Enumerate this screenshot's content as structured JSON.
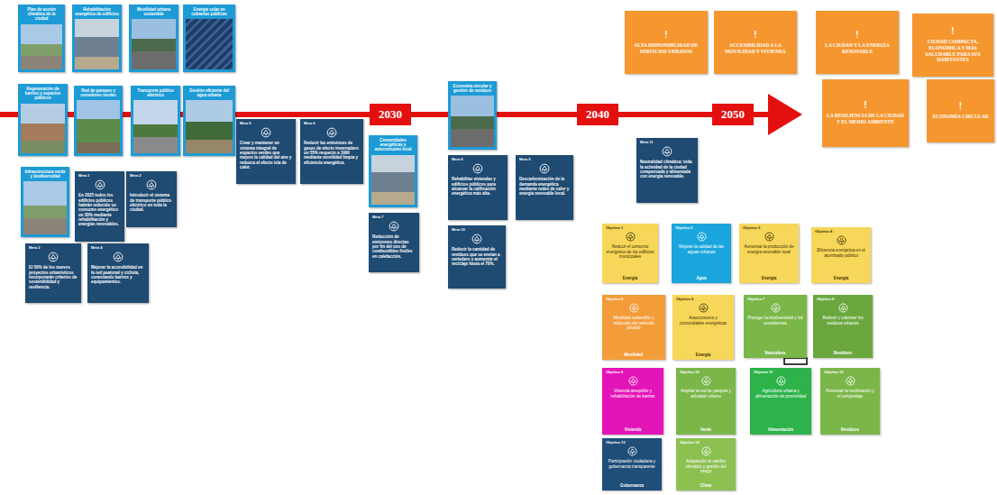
{
  "diagram": {
    "nodes": [
      {
        "text": [
          "Plan de acción climática de la ciudad"
        ]
      },
      {
        "text": [
          "Rehabilitación energética de edificios"
        ]
      },
      {
        "text": [
          "Movilidad urbana sostenible"
        ]
      },
      {
        "text": [
          "Energía solar en cubiertas públicas"
        ]
      },
      {
        "text": [
          "Regeneración de barrios y espacios públicos"
        ]
      },
      {
        "text": [
          "Red de parques y corredores verdes"
        ]
      },
      {
        "text": [
          "Transporte público eléctrico"
        ]
      },
      {
        "text": [
          "Gestión eficiente del agua urbana"
        ]
      },
      {
        "text": [
          "Infraestructura verde y biodiversidad"
        ]
      },
      {
        "text": [
          "Meta 1",
          "En 2025 todos los edificios públicos habrán reducido su consumo energético un 30% mediante rehabilitación y energías renovables."
        ]
      },
      {
        "text": [
          "Meta 2",
          "Introducir el sistema de transporte público eléctrico en toda la ciudad."
        ]
      },
      {
        "text": [
          "Meta 3",
          "El 50% de los nuevos proyectos urbanísticos incorporarán criterios de sostenibilidad y resiliencia."
        ]
      },
      {
        "text": [
          "Meta 4",
          "Mejorar la accesibilidad en la red peatonal y ciclista, conectando barrios y equipamientos."
        ]
      },
      {
        "text": [
          "Meta 5",
          "Crear y mantener un sistema integral de espacios verdes que mejore la calidad del aire y reduzca el efecto isla de calor."
        ]
      },
      {
        "text": [
          "Meta 6",
          "Reducir las emisiones de gases de efecto invernadero un 55% respecto a 1990 mediante movilidad limpia y eficiencia energética."
        ]
      },
      {
        "text": [
          "2030"
        ]
      },
      {
        "text": [
          "Comunidades energéticas y autoconsumo local"
        ]
      },
      {
        "text": [
          "Meta 7",
          "Reducción de emisiones directas por fin del uso de combustibles fósiles en calefacción."
        ]
      },
      {
        "text": [
          "Economía circular y gestión de residuos"
        ]
      },
      {
        "text": [
          "Meta 8",
          "Rehabilitar viviendas y edificios públicos para alcanzar la calificación energética más alta."
        ]
      },
      {
        "text": [
          "Meta 9",
          "Descarbonización de la demanda energética mediante redes de calor y energía renovable local."
        ]
      },
      {
        "text": [
          "Meta 10",
          "Reducir la cantidad de residuos que se envían a vertedero y aumentar el reciclaje hasta el 70%."
        ]
      },
      {
        "text": [
          "2040"
        ]
      },
      {
        "text": [
          "2050"
        ]
      },
      {
        "text": [
          "Meta 11",
          "Neutralidad climática: toda la actividad de la ciudad compensada y alimentada con energía renovable."
        ]
      },
      {
        "text": [
          "!",
          "ALTA DISPONIBILIDAD DE SERVICIOS URBANOS"
        ]
      },
      {
        "text": [
          "!",
          "ACCESIBILIDAD A LA MOVILIDAD Y VIVIENDA"
        ]
      },
      {
        "text": [
          "!",
          "LA CIUDAD Y LA ENERGÍA RENOVABLE"
        ]
      },
      {
        "text": [
          "!",
          "CIUDAD COMPACTA, ECONÓMICA Y MÁS SALUDABLE PARA SUS HABITANTES"
        ]
      },
      {
        "text": [
          "!",
          "LA RESILIENCIA DE LA CIUDAD Y EL MEDIO AMBIENTE"
        ]
      },
      {
        "text": [
          "!",
          "ECONOMÍA CIRCULAR"
        ]
      },
      {
        "text": [
          "Objetivo 1",
          "Reducir el consumo energético de los edificios municipales",
          "Energía"
        ]
      },
      {
        "text": [
          "Objetivo 2",
          "Mejorar la calidad de las aguas urbanas",
          "Agua"
        ]
      },
      {
        "text": [
          "Objetivo 3",
          "Aumentar la producción de energía renovable local",
          "Energía"
        ]
      },
      {
        "text": [
          "Objetivo 4",
          "Eficiencia energética en el alumbrado público",
          "Energía"
        ]
      },
      {
        "text": [
          "Objetivo 5",
          "Movilidad sostenible y reducción del vehículo privado",
          "Movilidad"
        ]
      },
      {
        "text": [
          "Objetivo 6",
          "Autoconsumo y comunidades energéticas",
          "Energía"
        ]
      },
      {
        "text": [
          "Objetivo 7",
          "Proteger la biodiversidad y los ecosistemas",
          "Naturaleza"
        ]
      },
      {
        "text": [
          "Objetivo 8",
          "Reducir y valorizar los residuos urbanos",
          "Residuos"
        ]
      },
      {
        "text": [
          "Objetivo 9",
          "Vivienda asequible y rehabilitación de barrios",
          "Vivienda"
        ]
      },
      {
        "text": [
          "Objetivo 10",
          "Ampliar la red de parques y arbolado urbano",
          "Verde"
        ]
      },
      {
        "text": [
          "Objetivo 11",
          "Agricultura urbana y alimentación de proximidad",
          "Alimentación"
        ]
      },
      {
        "text": [
          "Objetivo 12",
          "Fomentar la reutilización y el compostaje",
          "Residuos"
        ]
      },
      {
        "text": [
          "Objetivo 13",
          "Participación ciudadana y gobernanza transparente",
          "Gobernanza"
        ]
      },
      {
        "text": [
          "Objetivo 14",
          "Adaptación al cambio climático y gestión del riesgo",
          "Clima"
        ]
      }
    ]
  }
}
